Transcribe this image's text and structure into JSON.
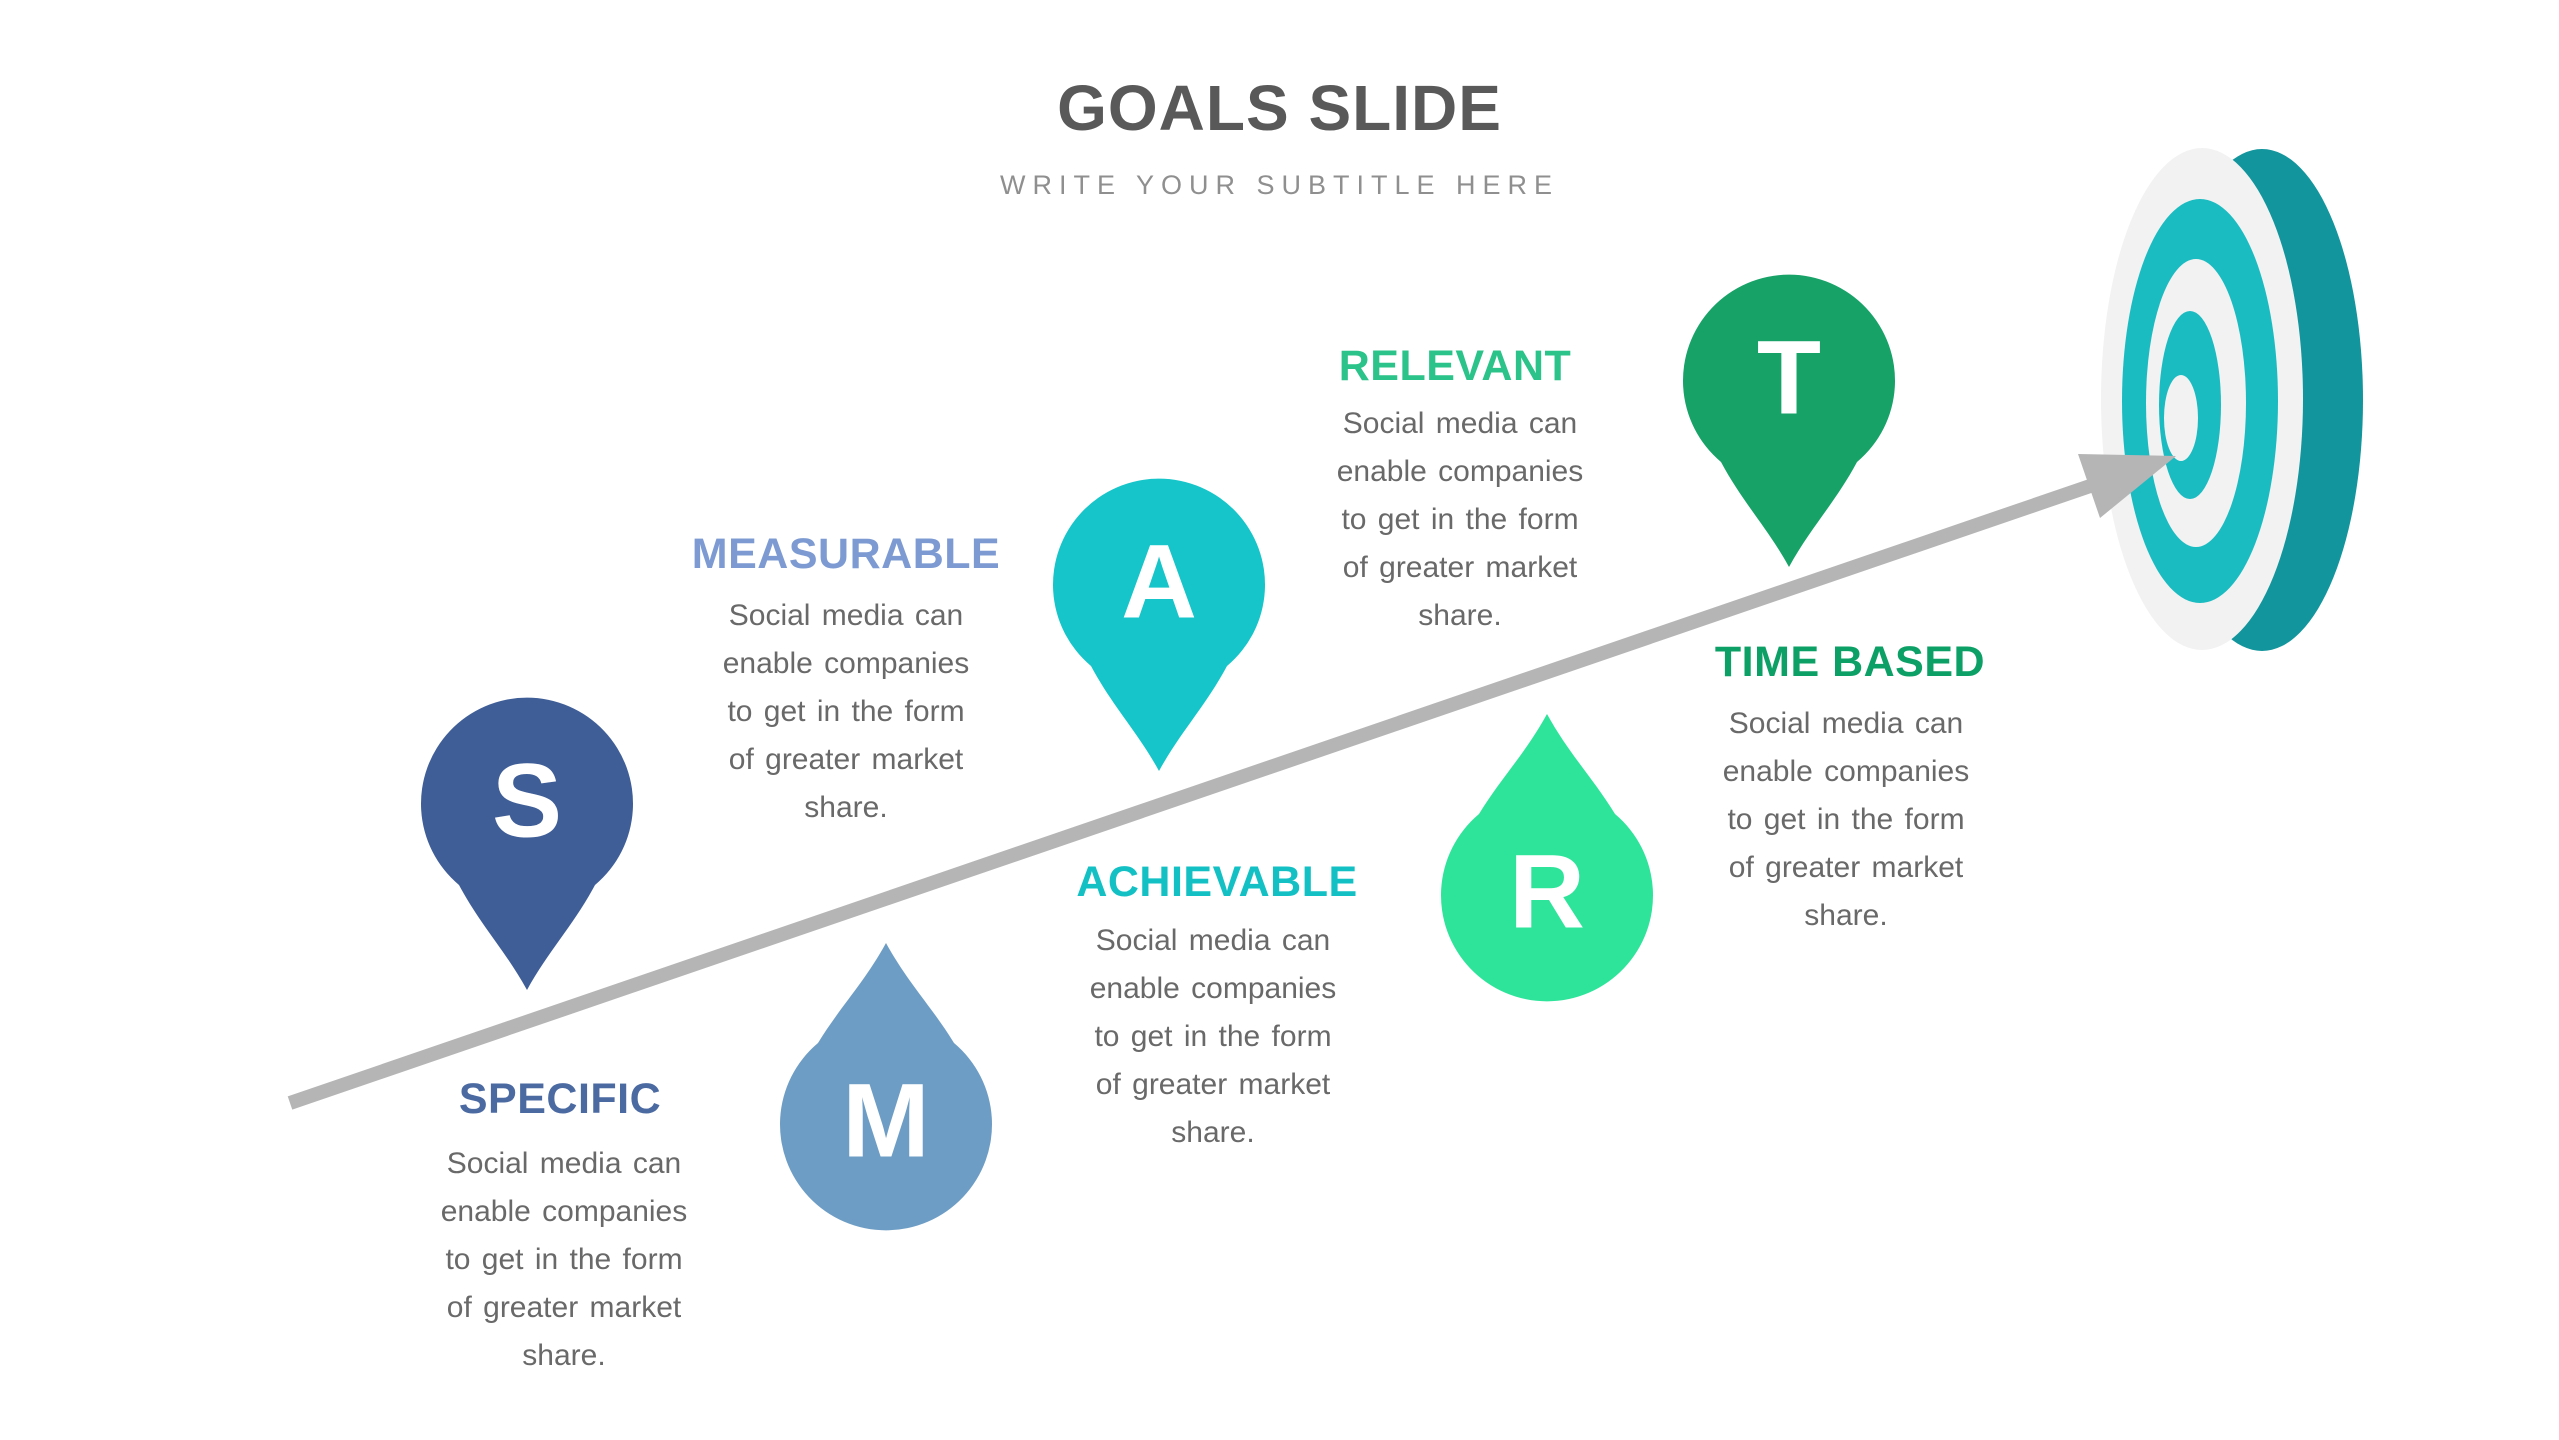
{
  "slide": {
    "title": "GOALS SLIDE",
    "subtitle": "WRITE YOUR SUBTITLE HERE",
    "title_color": "#595959",
    "subtitle_color": "#8F8F8F",
    "body_text_color": "#696969",
    "background_color": "#FFFFFF"
  },
  "arrow": {
    "color": "#B5B5B5"
  },
  "target": {
    "front_ring_color": "#1ABCC2",
    "side_color": "#12959D",
    "face_color": "#F2F2F2"
  },
  "items": [
    {
      "letter": "S",
      "label": "SPECIFIC",
      "marker": "pin",
      "color": "#3F5E97",
      "label_color": "#4B6AA2",
      "lines": [
        "Social media can",
        "enable companies",
        "to get in the form",
        "of greater market",
        "share."
      ]
    },
    {
      "letter": "M",
      "label": "MEASURABLE",
      "marker": "droplet",
      "color": "#6D9DC5",
      "label_color": "#7D9BD2",
      "lines": [
        "Social media can",
        "enable companies",
        "to get in the form",
        "of greater market",
        "share."
      ]
    },
    {
      "letter": "A",
      "label": "ACHIEVABLE",
      "marker": "pin",
      "color": "#15C5C9",
      "label_color": "#13C1C5",
      "lines": [
        "Social media can",
        "enable companies",
        "to get in the form",
        "of greater market",
        "share."
      ]
    },
    {
      "letter": "R",
      "label": "RELEVANT",
      "marker": "droplet",
      "color": "#2EE49A",
      "label_color": "#2BC389",
      "lines": [
        "Social media can",
        "enable companies",
        "to get in the form",
        "of greater market",
        "share."
      ]
    },
    {
      "letter": "T",
      "label": "TIME BASED",
      "marker": "pin",
      "color": "#17A268",
      "label_color": "#0DA066",
      "lines": [
        "Social media can",
        "enable companies",
        "to get in the form",
        "of greater market",
        "share."
      ]
    }
  ]
}
